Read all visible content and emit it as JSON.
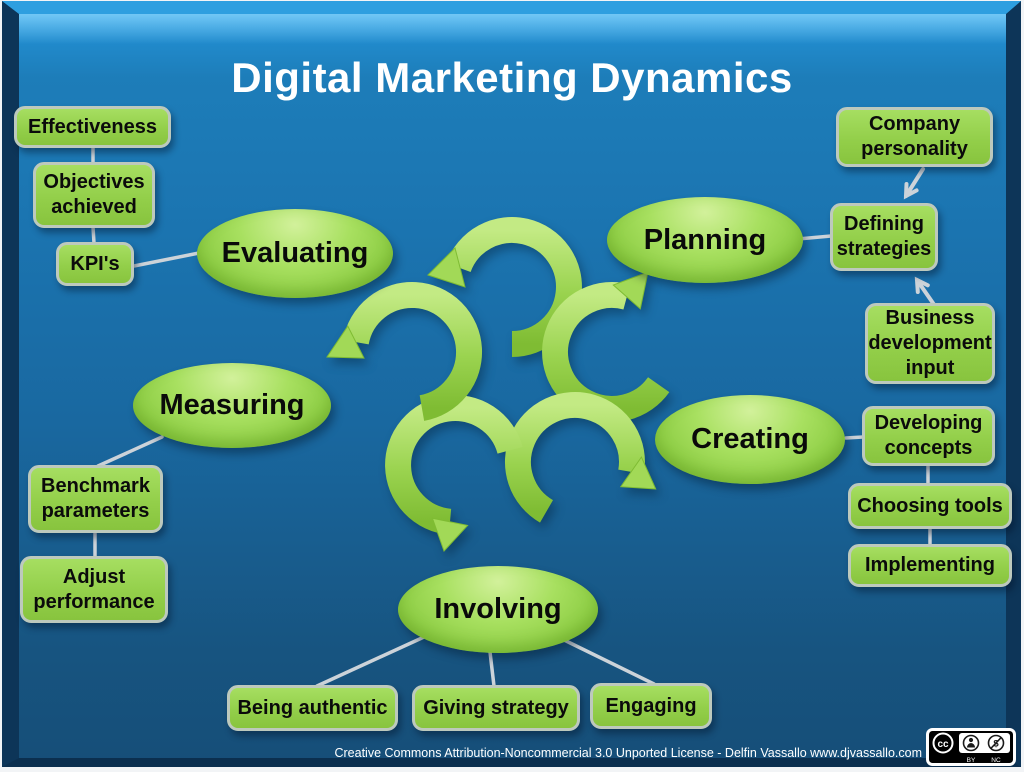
{
  "title": "Digital Marketing Dynamics",
  "diagram": {
    "stages": [
      {
        "label": "Evaluating",
        "sub": [
          "Effectiveness",
          "Objectives achieved",
          "KPI's"
        ]
      },
      {
        "label": "Planning",
        "sub": [
          "Company personality",
          "Defining strategies",
          "Business development input"
        ]
      },
      {
        "label": "Creating",
        "sub": [
          "Developing concepts",
          "Choosing tools",
          "Implementing"
        ]
      },
      {
        "label": "Measuring",
        "sub": [
          "Benchmark parameters",
          "Adjust performance"
        ]
      },
      {
        "label": "Involving",
        "sub": [
          "Being authentic",
          "Giving strategy",
          "Engaging"
        ]
      }
    ]
  },
  "footer": {
    "license": "Creative Commons Attribution-Noncommercial 3.0 Unported License - Delfin Vassallo www.djvassallo.com",
    "cc": "cc",
    "by": "BY",
    "nc": "NC"
  },
  "colors": {
    "background_top": "#2e9fe0",
    "background_bottom": "#164e78",
    "frame_side": "#0d3558",
    "node_green": "#93cf4a",
    "node_border": "#bdc9bd",
    "ellipse_green": "#9ad84f",
    "swirl_green": "#9fd85a",
    "connector_gray": "#ccd3d9",
    "title_color": "#ffffff"
  }
}
